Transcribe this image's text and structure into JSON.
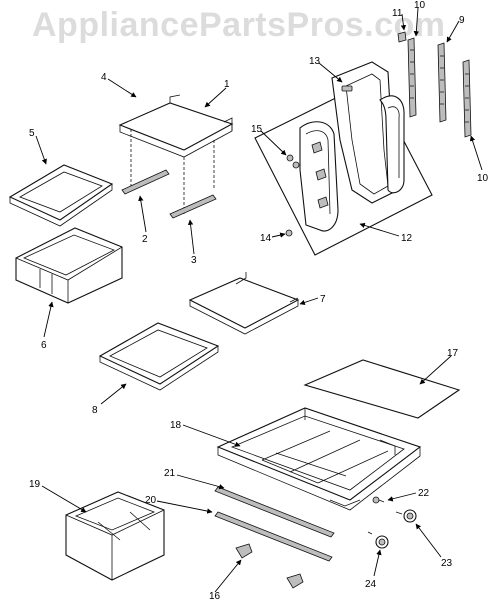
{
  "watermark": "AppliancePartsPros.com",
  "callouts": [
    "1",
    "2",
    "3",
    "4",
    "5",
    "6",
    "7",
    "8",
    "9",
    "10",
    "10",
    "11",
    "12",
    "13",
    "14",
    "15",
    "16",
    "17",
    "18",
    "19",
    "20",
    "21",
    "22",
    "23",
    "24"
  ]
}
